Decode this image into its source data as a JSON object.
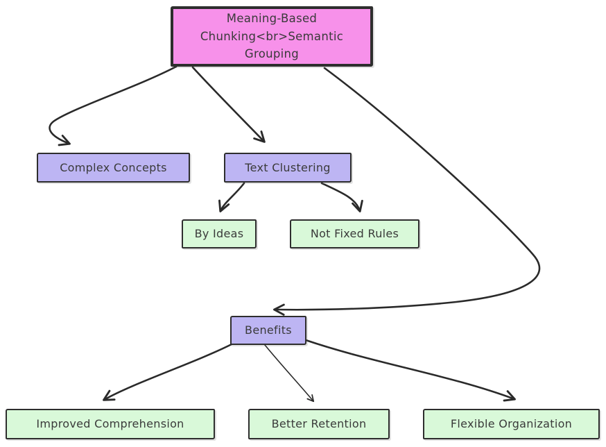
{
  "diagram": {
    "title": "Meaning-Based Chunking flowchart",
    "nodes": {
      "root": {
        "label": "Meaning-Based Chunking<br>Semantic Grouping",
        "fill": "#f791ea"
      },
      "complex_concepts": {
        "label": "Complex Concepts",
        "fill": "#bdb5f3"
      },
      "text_clustering": {
        "label": "Text Clustering",
        "fill": "#bdb5f3"
      },
      "by_ideas": {
        "label": "By Ideas",
        "fill": "#d9f9d9"
      },
      "not_fixed_rules": {
        "label": "Not Fixed Rules",
        "fill": "#d9f9d9"
      },
      "benefits": {
        "label": "Benefits",
        "fill": "#bdb5f3"
      },
      "improved_comprehension": {
        "label": "Improved Comprehension",
        "fill": "#d9f9d9"
      },
      "better_retention": {
        "label": "Better Retention",
        "fill": "#d9f9d9"
      },
      "flexible_organization": {
        "label": "Flexible Organization",
        "fill": "#d9f9d9"
      }
    },
    "edges": [
      {
        "from": "root",
        "to": "complex_concepts"
      },
      {
        "from": "root",
        "to": "text_clustering"
      },
      {
        "from": "root",
        "to": "benefits"
      },
      {
        "from": "text_clustering",
        "to": "by_ideas"
      },
      {
        "from": "text_clustering",
        "to": "not_fixed_rules"
      },
      {
        "from": "benefits",
        "to": "improved_comprehension"
      },
      {
        "from": "benefits",
        "to": "better_retention"
      },
      {
        "from": "benefits",
        "to": "flexible_organization"
      }
    ],
    "colors": {
      "background": "#ffffff",
      "arrow_stroke": "#2a2a2a",
      "node_border": "#2e2e2e",
      "text": "#3a3a3a",
      "pink_fill": "#f791ea",
      "purple_fill": "#bdb5f3",
      "green_fill": "#d9f9d9"
    }
  }
}
